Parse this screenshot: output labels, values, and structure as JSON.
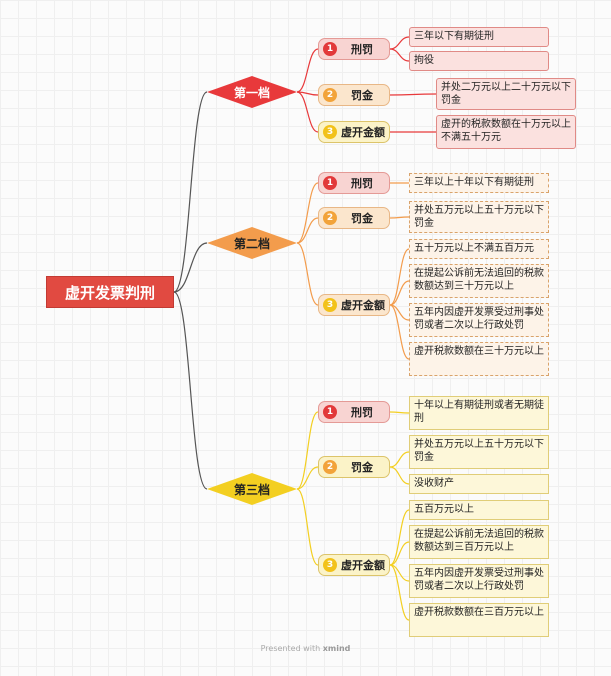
{
  "root": {
    "label": "虚开发票判刑"
  },
  "tiers": [
    {
      "label": "第一档",
      "items": [
        {
          "number": "1",
          "label": "刑罚",
          "details": [
            "三年以下有期徒刑",
            "拘役"
          ]
        },
        {
          "number": "2",
          "label": "罚金",
          "details": [
            "并处二万元以上二十万元以下罚金"
          ]
        },
        {
          "number": "3",
          "label": "虚开金额",
          "details": [
            "虚开的税款数额在十万元以上不满五十万元"
          ]
        }
      ]
    },
    {
      "label": "第二档",
      "items": [
        {
          "number": "1",
          "label": "刑罚",
          "details": [
            "三年以上十年以下有期徒刑"
          ]
        },
        {
          "number": "2",
          "label": "罚金",
          "details": [
            "并处五万元以上五十万元以下罚金"
          ]
        },
        {
          "number": "3",
          "label": "虚开金额",
          "details": [
            "五十万元以上不满五百万元",
            "在提起公诉前无法追回的税款数额达到三十万元以上",
            "五年内因虚开发票受过刑事处罚或者二次以上行政处罚",
            "虚开税款数额在三十万元以上"
          ]
        }
      ]
    },
    {
      "label": "第三档",
      "items": [
        {
          "number": "1",
          "label": "刑罚",
          "details": [
            "十年以上有期徒刑或者无期徒刑"
          ]
        },
        {
          "number": "2",
          "label": "罚金",
          "details": [
            "并处五万元以上五十万元以下罚金",
            "没收财产"
          ]
        },
        {
          "number": "3",
          "label": "虚开金额",
          "details": [
            "五百万元以上",
            "在提起公诉前无法追回的税款数额达到三百万元以上",
            "五年内因虚开发票受过刑事处罚或者二次以上行政处罚",
            "虚开税款数额在三百万元以上"
          ]
        }
      ]
    }
  ],
  "watermark": {
    "prefix": "Presented with",
    "brand": "xmind"
  },
  "colors": {
    "tier1": "#e8393b",
    "tier2": "#f39c4c",
    "tier3": "#f3cf21",
    "root": "#e14a41"
  }
}
